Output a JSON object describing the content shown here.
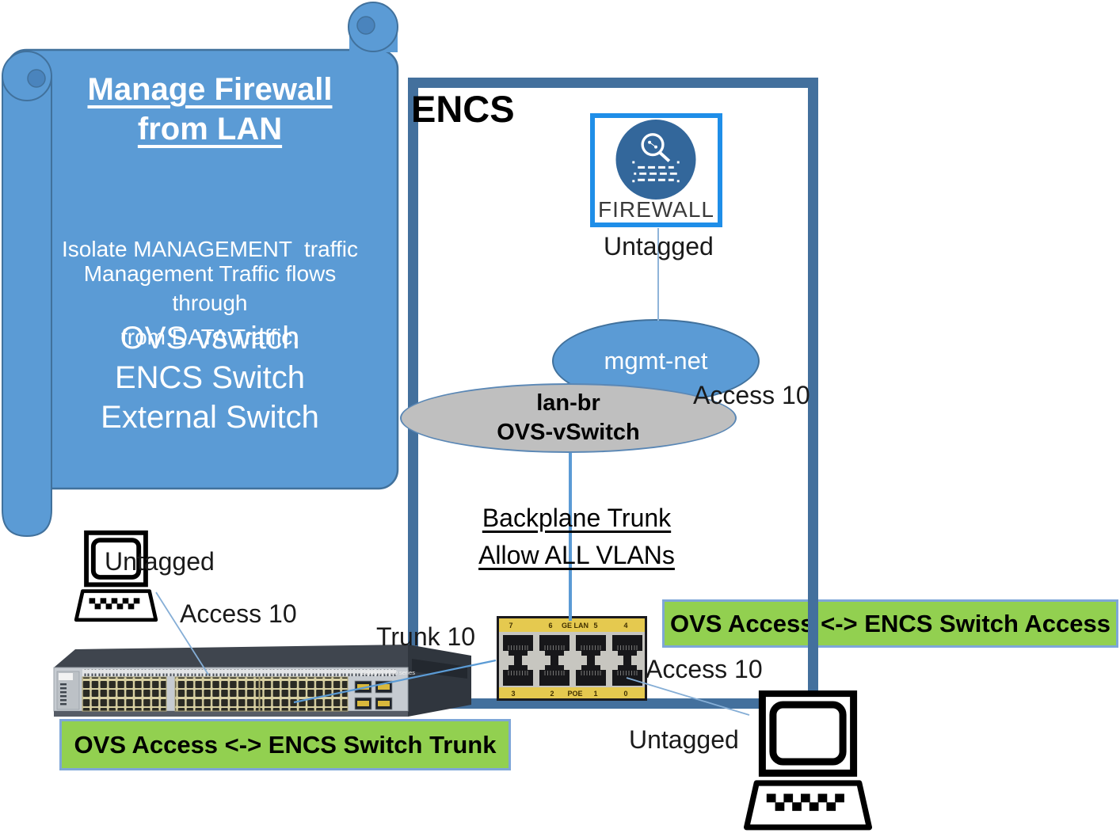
{
  "note": {
    "title_line1": "Manage Firewall",
    "title_line2": "from LAN",
    "para1_line1": "Isolate MANAGEMENT  traffic",
    "para1_line2": "from DATA Traffic.",
    "para2_line1": "Management Traffic flows",
    "para2_line2": "through",
    "list": [
      "OVS vswitch",
      "ENCS Switch",
      "External Switch"
    ]
  },
  "encs": {
    "title": "ENCS"
  },
  "firewall": {
    "label": "FIREWALL",
    "tag": "Untagged"
  },
  "mgmt_net": {
    "label": "mgmt-net",
    "access_label": "Access 10"
  },
  "lan_br": {
    "line1": "lan-br",
    "line2": "OVS-vSwitch"
  },
  "backplane": {
    "line1": "Backplane Trunk",
    "line2": "Allow ALL VLANs"
  },
  "labels": {
    "trunk10": "Trunk 10",
    "access10_bottom": "Access 10",
    "untagged_bottom": "Untagged",
    "untagged_laptop": "Untagged",
    "access10_laptop": "Access 10"
  },
  "banners": {
    "access": "OVS Access <-> ENCS Switch Access",
    "trunk": "OVS Access <-> ENCS Switch Trunk"
  },
  "encs_switch": {
    "top_labels": [
      "7",
      "6",
      "GE LAN",
      "5",
      "4"
    ],
    "bottom_labels": [
      "3",
      "2",
      "POE",
      "1",
      "0"
    ]
  },
  "catalyst": {
    "model": "Catalyst 3750 series"
  },
  "colors": {
    "scroll_fill": "#5b9bd5",
    "scroll_edge": "#41719c",
    "encs_border": "#43709d",
    "mgmt_fill": "#5b9bd5",
    "lanbr_fill": "#bfbfbf",
    "green_fill": "#92d050",
    "green_border": "#7ea6d8",
    "firewall_border": "#1f8ee8",
    "firewall_circle": "#33679b",
    "connector": "#5b9bd5",
    "connector_thin": "#85aed6"
  }
}
